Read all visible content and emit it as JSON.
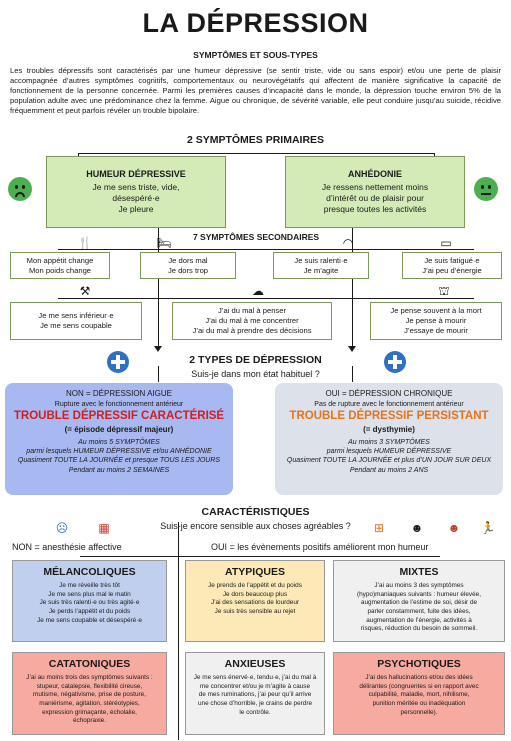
{
  "header": {
    "title": "LA DÉPRESSION",
    "subtitle": "SYMPTÔMES ET SOUS-TYPES",
    "intro": "Les troubles dépressifs sont caractérisés par une humeur dépressive (se sentir triste, vide ou sans espoir) et/ou une perte de plaisir accompagnée d’autres symptômes cognitifs, comportementaux ou neurovégétatifs qui affectent de manière significative la capacité de fonctionnement de la personne concernée. Parmi les premières causes d’incapacité dans le monde, la dépression touche environ 5% de la population adulte avec une prédominance chez la femme. Aigue ou chronique, de sévérité variable, elle peut conduire jusqu’au suicide, récidive fréquemment et peut parfois révéler un trouble bipolaire."
  },
  "primary": {
    "heading": "2 SYMPTÔMES PRIMAIRES",
    "left": {
      "title": "HUMEUR DÉPRESSIVE",
      "lines": [
        "Je me sens triste, vide,",
        "désespéré·e",
        "Je pleure"
      ]
    },
    "right": {
      "title": "ANHÉDONIE",
      "lines": [
        "Je ressens nettement moins",
        "d’intérêt ou de plaisir pour",
        "presque toutes les activités"
      ]
    }
  },
  "secondary": {
    "heading": "7 SYMPTÔMES SECONDAIRES",
    "row1": [
      {
        "lines": [
          "Mon appétit change",
          "Mon poids change"
        ]
      },
      {
        "lines": [
          "Je dors mal",
          "Je dors trop"
        ]
      },
      {
        "lines": [
          "Je suis ralenti·e",
          "Je m’agite"
        ]
      },
      {
        "lines": [
          "Je suis fatigué·e",
          "J’ai peu d’énergie"
        ]
      }
    ],
    "row2": [
      {
        "lines": [
          "Je me sens inférieur·e",
          "Je me sens coupable"
        ]
      },
      {
        "lines": [
          "J’ai du mal à penser",
          "J’ai du mal à me concentrer",
          "J’ai du mal à prendre des décisions"
        ]
      },
      {
        "lines": [
          "Je pense souvent à la mort",
          "Je pense à mourir",
          "J’essaye de mourir"
        ]
      }
    ]
  },
  "types": {
    "heading": "2 TYPES DE DÉPRESSION",
    "question": "Suis-je dans mon état habituel ?",
    "left": {
      "head": "NON = DÉPRESSION AIGUE",
      "rupture": "Rupture avec le fonctionnement antérieur",
      "big": "TROUBLE DÉPRESSIF CARACTÉRISÉ",
      "equiv": "(= épisode dépressif majeur)",
      "min": "Au moins 5 SYMPTÔMES",
      "parmi": "parmi lesquels HUMEUR DÉPRESSIVE et/ou ANHÉDONIE",
      "freq": "Quasiment TOUTE LA JOURNÉE et presque TOUS LES JOURS",
      "dur": "Pendant au moins 2 SEMAINES"
    },
    "right": {
      "head": "OUI = DÉPRESSION CHRONIQUE",
      "rupture": "Pas de rupture avec le fonctionnement antérieur",
      "big": "TROUBLE DÉPRESSIF PERSISTANT",
      "equiv": "(= dysthymie)",
      "min": "Au moins 3 SYMPTÔMES",
      "parmi": "parmi lesquels HUMEUR DÉPRESSIVE",
      "freq": "Quasiment TOUTE LA JOURNÉE et plus d’UN JOUR SUR DEUX",
      "dur": "Pendant au moins 2 ANS"
    }
  },
  "features": {
    "heading": "CARACTÉRISTIQUES",
    "question": "Suis-je encore sensible aux choses agréables ?",
    "left_label": "NON = anesthésie affective",
    "right_label": "OUI = les évènements positifs améliorent mon humeur",
    "boxes": [
      {
        "title": "MÉLANCOLIQUES",
        "lines": [
          "Je me réveille très tôt",
          "Je me sens plus mal le matin",
          "Je suis très ralenti·e ou très agité·e",
          "Je perds l’appétit et du poids",
          "Je me sens coupable et désespéré·e"
        ]
      },
      {
        "title": "ATYPIQUES",
        "lines": [
          "Je prends de l’appétit et du poids",
          "Je dors beaucoup plus",
          "J’ai des sensations de lourdeur",
          "Je suis très sensible au rejet"
        ]
      },
      {
        "title": "MIXTES",
        "lines": [
          "J’ai au moins 3 des symptômes",
          "(hypo)maniaques suivants : humeur élevée,",
          "augmentation de l’estime de soi, désir de",
          "parler constamment, fuite des idées,",
          "augmentation de l’énergie, activités à",
          "risques, réduction du besoin de sommeil."
        ]
      },
      {
        "title": "CATATONIQUES",
        "lines": [
          "J’ai au moins trois des symptômes suivants :",
          "stupeur, catalepsie, flexibilité cireuse,",
          "mutisme, négativisme, prise de posture,",
          "maniérisme, agitation, stéréotypies,",
          "expression grimaçante, écholalie,",
          "échopraxie."
        ]
      },
      {
        "title": "ANXIEUSES",
        "lines": [
          "Je me sens énervé·e, tendu·e, j’ai du mal à",
          "me concentrer et/ou je m’agite à cause",
          "de mes ruminations, j’ai peur qu’il arrive",
          "une chose d’horrible, je crains de perdre",
          "le contrôle."
        ]
      },
      {
        "title": "PSYCHOTIQUES",
        "lines": [
          "J’ai des hallucinations et/ou des idées",
          "délirantes (congruentes si en rapport avec",
          "culpabilité, maladie, mort, nihilisme,",
          "punition méritée ou inadéquation",
          "personnelle)."
        ]
      }
    ]
  },
  "colors": {
    "green_box": "#d4ebb8",
    "blue_type": "#a8b8f0",
    "grey_type": "#dde2ea",
    "red_text": "#d11f1f",
    "orange_text": "#e8731c",
    "melancolique": "#c0cfee",
    "atypique": "#fde9b8",
    "mixte": "#f0f0f0",
    "catatonique": "#f6aaa0"
  }
}
